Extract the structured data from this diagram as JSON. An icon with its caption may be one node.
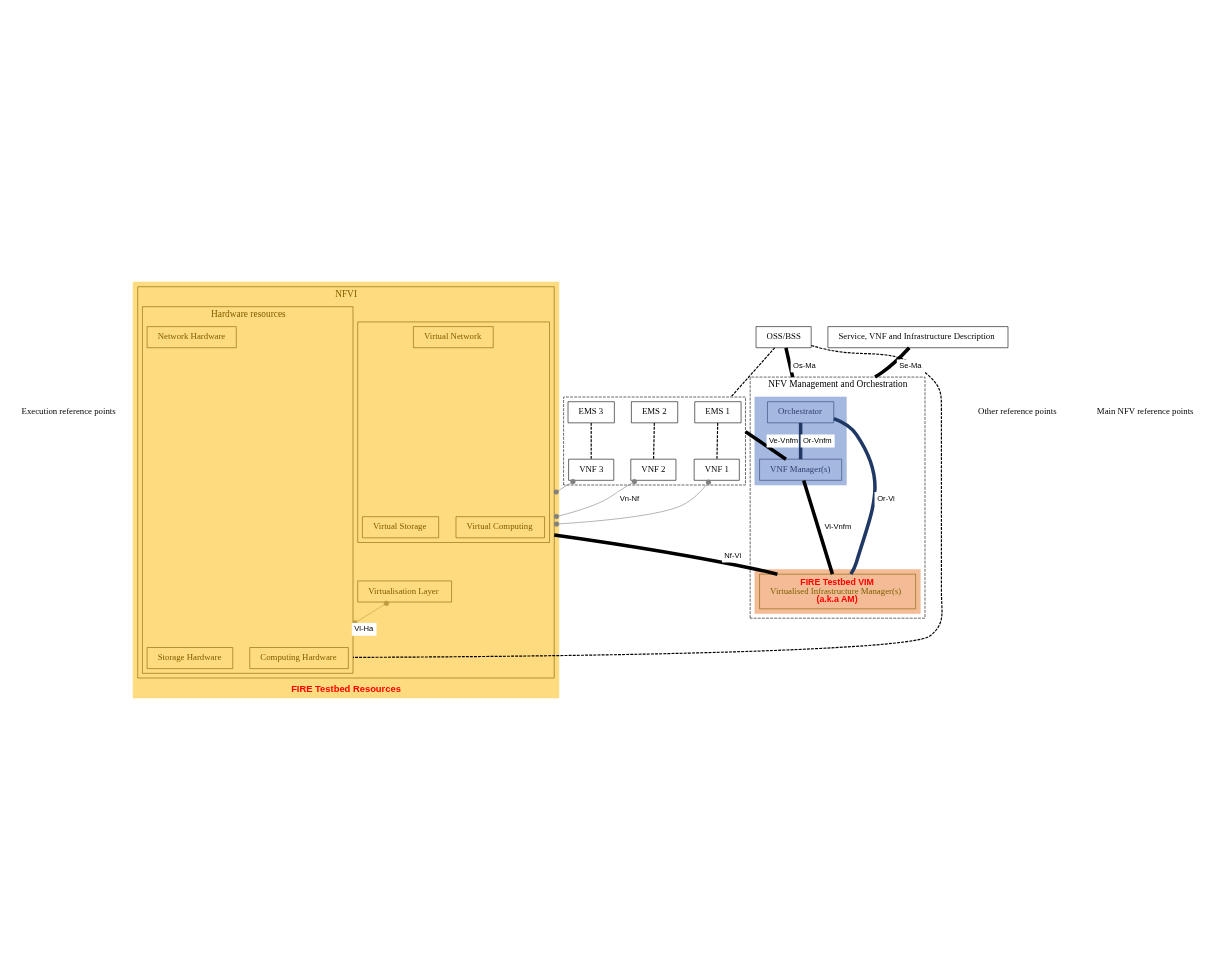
{
  "diagram": {
    "nodes": [
      {
        "text": [
          "OSS/BSS"
        ]
      },
      {
        "text": [
          "Service, VNF and Infrastructure Description"
        ]
      },
      {
        "text": [],
        "shape": "box"
      },
      {
        "text": [
          "EMS 1"
        ],
        "in": 2
      },
      {
        "text": [
          "EMS 2"
        ],
        "in": 2
      },
      {
        "text": [
          "EMS 3"
        ],
        "in": 2
      },
      {
        "text": [
          "VNF 1"
        ],
        "in": 2
      },
      {
        "text": [
          "VNF 2"
        ],
        "in": 2
      },
      {
        "text": [
          "VNF 3"
        ],
        "in": 2
      },
      {
        "text": [
          "FIRE Testbed Resources"
        ]
      },
      {
        "text": [
          "NFVI"
        ],
        "in": 9
      },
      {
        "text": [],
        "shape": "box",
        "in": 10
      },
      {
        "text": [
          "Virtual Computing"
        ],
        "in": 11
      },
      {
        "text": [
          "Virtual Storage"
        ],
        "in": 11
      },
      {
        "text": [
          "Virtual Network"
        ],
        "in": 11
      },
      {
        "text": [
          "Virtualisation Layer"
        ],
        "in": 10
      },
      {
        "text": [
          "Hardware resources"
        ],
        "in": 10
      },
      {
        "text": [
          "Computing Hardware"
        ],
        "in": 16
      },
      {
        "text": [
          "Storage Hardware"
        ],
        "in": 16
      },
      {
        "text": [
          "Network Hardware"
        ],
        "in": 16
      },
      {
        "text": [
          "NFV Management and Orchestration"
        ]
      },
      {
        "text": [],
        "shape": "box",
        "in": 20
      },
      {
        "text": [
          "Orchestrator"
        ],
        "in": 21
      },
      {
        "text": [
          "VNF Manager(s)"
        ],
        "in": 21
      },
      {
        "text": [],
        "shape": "box",
        "in": 20
      },
      {
        "text": [
          "FIRE Testbed VIM",
          "Virtualised Infrastructure Manager(s)",
          "(a.k.a AM)"
        ],
        "in": 24
      }
    ],
    "edges": [
      {
        "from": 0,
        "to": 20,
        "arrow": "none",
        "label": "Os-Ma",
        "style": "thick"
      },
      {
        "from": 1,
        "to": 20,
        "arrow": "none",
        "label": "Se-Ma",
        "style": "thick"
      },
      {
        "from": 0,
        "to": 2,
        "arrow": "none",
        "style": "dashed"
      },
      {
        "from": 3,
        "to": 6,
        "arrow": "none",
        "style": "dashed"
      },
      {
        "from": 4,
        "to": 7,
        "arrow": "none",
        "style": "dashed"
      },
      {
        "from": 5,
        "to": 8,
        "arrow": "none",
        "style": "dashed"
      },
      {
        "from": 2,
        "to": 23,
        "arrow": "none",
        "label": "Ve-Vnfm",
        "style": "thick"
      },
      {
        "from": 22,
        "to": 23,
        "arrow": "none",
        "label": "Or-Vnfm",
        "style": "thick",
        "color": "#1f3864"
      },
      {
        "from": 23,
        "to": 25,
        "arrow": "none",
        "label": "Vi-Vnfm",
        "style": "thick"
      },
      {
        "from": 22,
        "to": 25,
        "arrow": "none",
        "label": "Or-Vi",
        "style": "thick",
        "color": "#1f3864"
      },
      {
        "from": 6,
        "to": 10,
        "arrow": "other",
        "color": "#808080"
      },
      {
        "from": 7,
        "to": 10,
        "arrow": "other",
        "label": "Vn-Nf",
        "color": "#808080"
      },
      {
        "from": 8,
        "to": 10,
        "arrow": "other",
        "color": "#808080"
      },
      {
        "from": 15,
        "to": 16,
        "arrow": "other",
        "label": "Vl-Ha",
        "color": "#bf9b3f"
      },
      {
        "from": 10,
        "to": 25,
        "arrow": "none",
        "label": "Nf-Vi",
        "style": "thick"
      },
      {
        "from": 0,
        "to": 16,
        "arrow": "none",
        "style": "dashed"
      }
    ],
    "legend": [
      {
        "text": "Execution reference points"
      },
      {
        "text": "Other reference points"
      },
      {
        "text": "Main NFV reference points"
      }
    ]
  }
}
